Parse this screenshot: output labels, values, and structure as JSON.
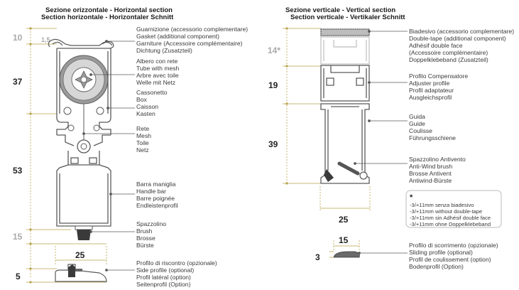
{
  "colors": {
    "outline": "#5a5a5a",
    "dim_line": "#b9a24a",
    "dim_text": "#222222",
    "dim_text_grey": "#a9a9a9",
    "mesh_roll": "#8a8a8a",
    "brush": "#444444"
  },
  "horizontal": {
    "title1": "Sezione orizzontale  - Horizontal section",
    "title2": "Section horizontale - Horizontaler Schnitt",
    "dims": {
      "d10": "10",
      "d1_5": "1,5",
      "d37": "37",
      "d53": "53",
      "d15": "15",
      "d25": "25",
      "d5": "5"
    },
    "labels": {
      "gasket": [
        "Guarnizione (accessorio complementare)",
        "Gasket (additional component)",
        "Garniture (Accessoire complémentaire)",
        "Dichtung (Zusatzteil)"
      ],
      "tube": [
        "Albero con rete",
        "Tube with mesh",
        "Arbre avec toile",
        "Welle mit Netz"
      ],
      "box": [
        "Cassonetto",
        "Box",
        "Caisson",
        "Kasten"
      ],
      "mesh": [
        "Rete",
        "Mesh",
        "Toile",
        "Netz"
      ],
      "handle": [
        "Barra maniglia",
        "Handle bar",
        "Barre poignée",
        "Endleistenprofil"
      ],
      "brush": [
        "Spazzolino",
        "Brush",
        "Brosse",
        "Bürste"
      ],
      "side": [
        "Profilo di riscontro (opzionale)",
        "Side profile (optional)",
        "Profil latéral (option)",
        "Seitenprofil (Option)"
      ]
    }
  },
  "vertical": {
    "title1": "Sezione verticale - Vertical section",
    "title2": "Section verticale - Vertikaler Schnitt",
    "dims": {
      "d14": "14*",
      "d19": "19",
      "d39": "39",
      "d25": "25",
      "d15": "15",
      "d3": "3"
    },
    "labels": {
      "tape": [
        "Biadesivo (accessorio complementare)",
        "Double-tape (additional component)",
        "Adhésif double face",
        "(Accessoire complémentaire)",
        "Doppelklebeband (Zusatzteil)"
      ],
      "adjuster": [
        "Profilo Compensatore",
        "Adjuster profile",
        "Profil adaptateur",
        "Ausgleichsprofil"
      ],
      "guide": [
        "Guida",
        "Guide",
        "Coulisse",
        "Führungsschiene"
      ],
      "antiwind": [
        "Spazzolino Antivento",
        "Anti-Wind brush",
        "Brosse Antivent",
        "Antiwind-Bürste"
      ],
      "sliding": [
        "Profilo di scorrimento (opzionale)",
        "Sliding profile (optional)",
        "Profil de coulissement (option)",
        "Bodenprofil (Option)"
      ]
    },
    "note": {
      "star": "*",
      "lines": [
        "-3/+11mm senza biadesivo",
        "-3/+11mm without double-tape",
        "-3/+11mm sin Adhésif double face",
        "-3/+11mm ohne Doppelklebeband"
      ]
    }
  }
}
